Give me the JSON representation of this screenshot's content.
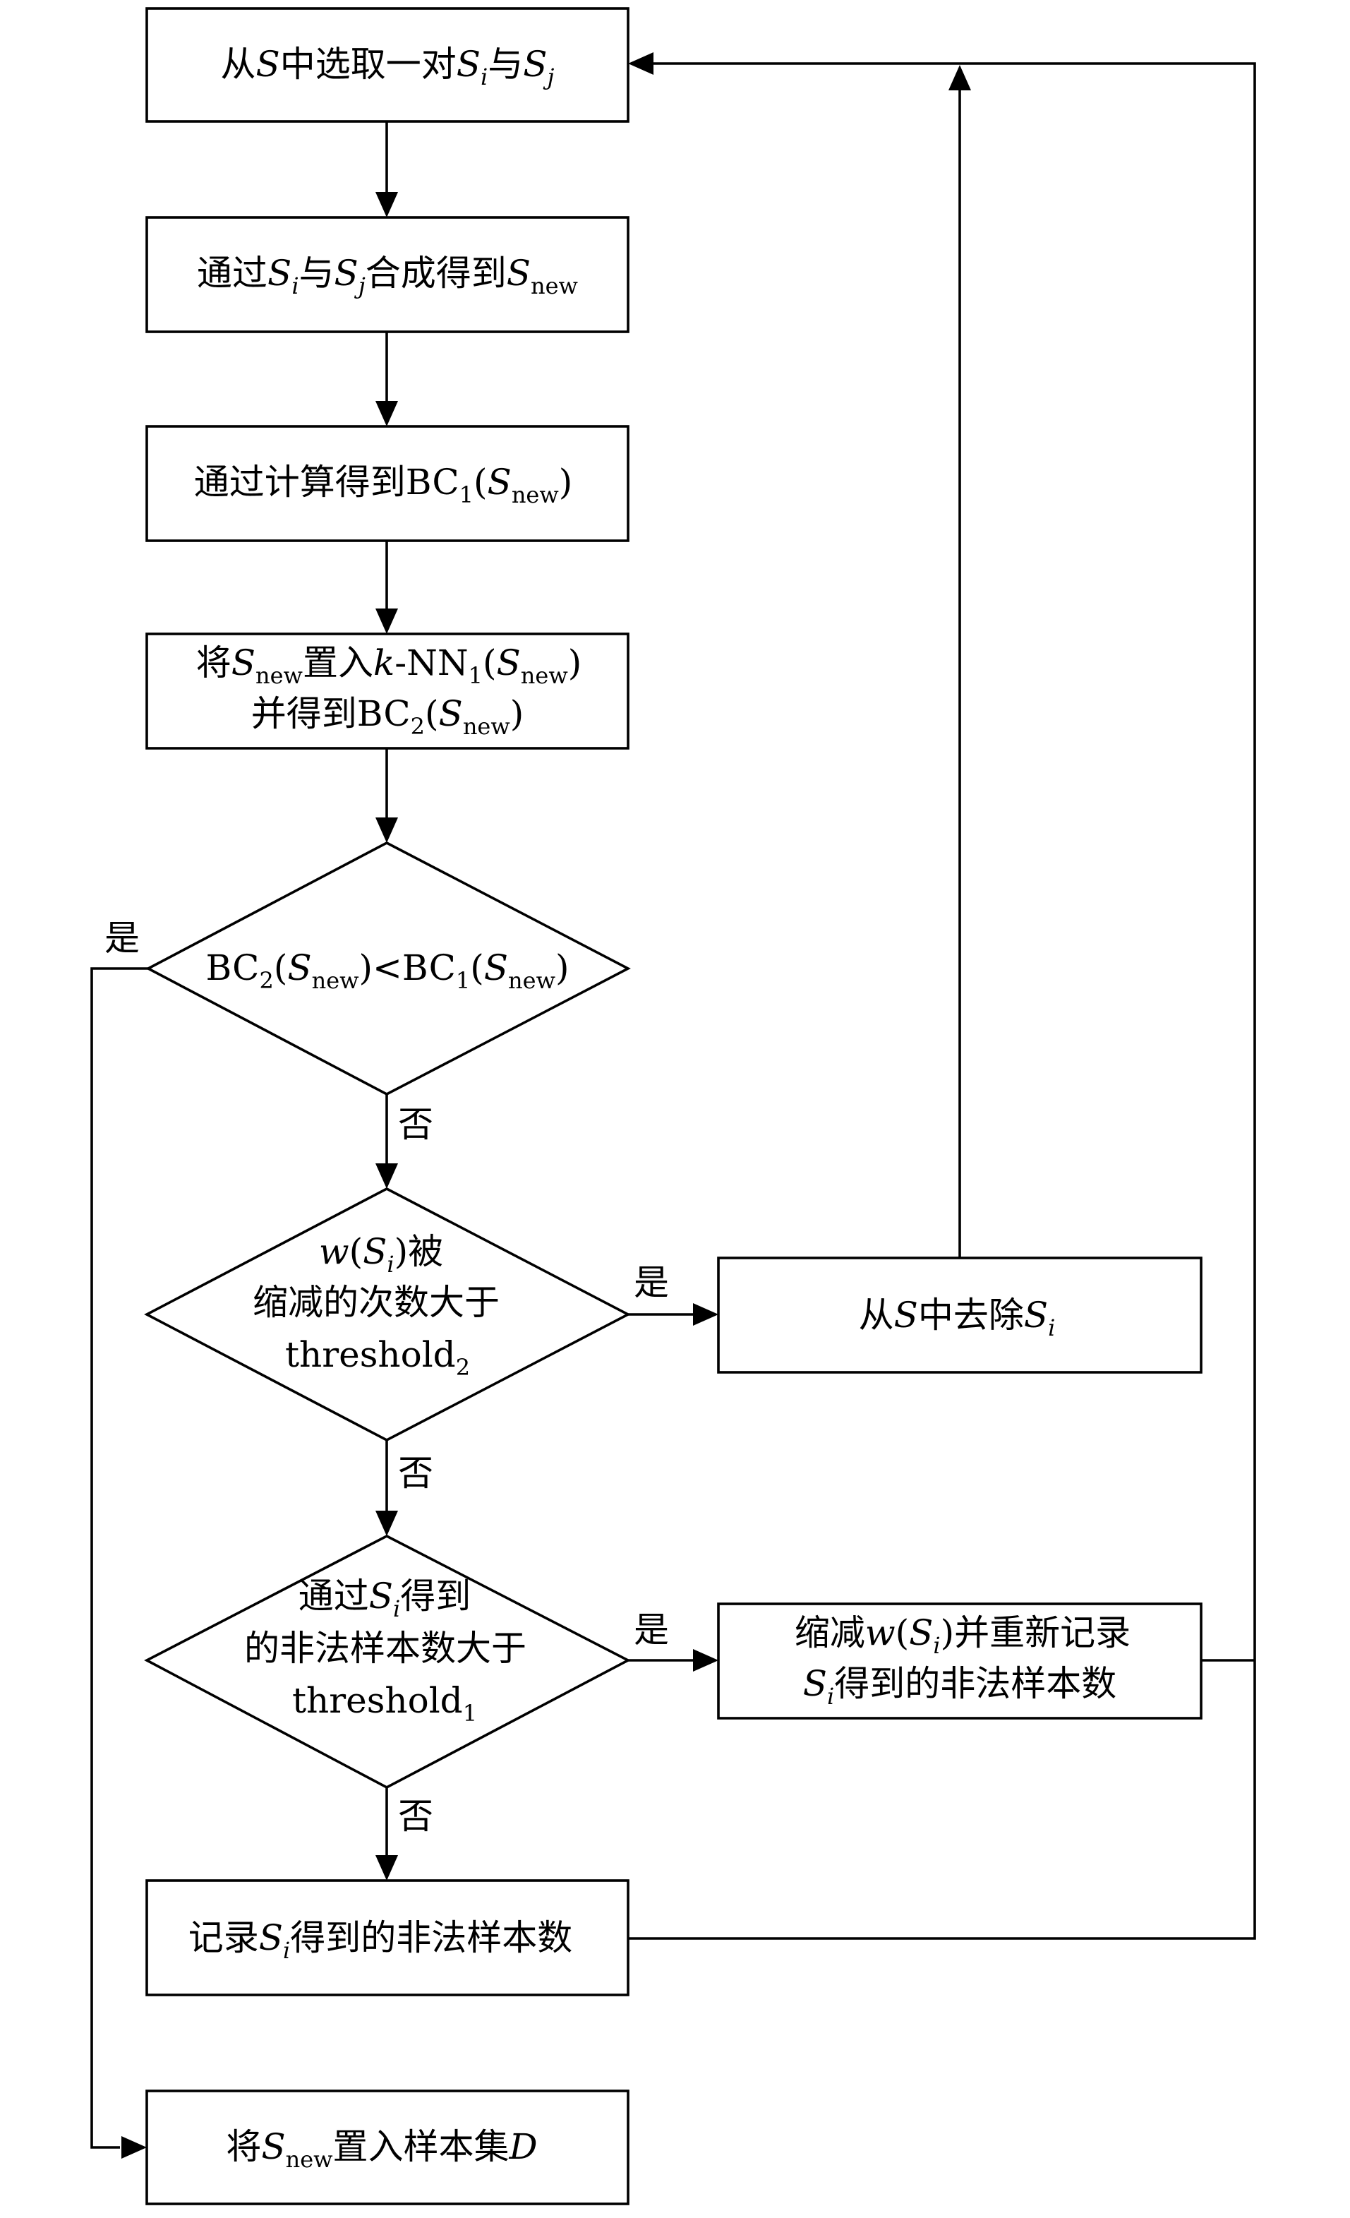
{
  "nodes": {
    "select_pair": {
      "text": [
        "从",
        "S",
        "中选取一对",
        "S",
        "i",
        "与",
        "S",
        "j"
      ]
    },
    "synthesize": {
      "text": [
        "通过",
        "S",
        "i",
        "与",
        "S",
        "j",
        "合成得到",
        "S",
        "new"
      ]
    },
    "compute_bc1": {
      "text": [
        "通过计算得到BC",
        "1",
        "(",
        "S",
        "new",
        ")"
      ]
    },
    "insert_knn": {
      "line1": [
        "将",
        "S",
        "new",
        "置入",
        "k",
        "-NN",
        "1",
        "(",
        "S",
        "new",
        ")"
      ],
      "line2": [
        "并得到BC",
        "2",
        "(",
        "S",
        "new",
        ")"
      ]
    },
    "compare_bc": {
      "text": [
        "BC",
        "2",
        "(",
        "S",
        "new",
        ")<BC",
        "1",
        "(",
        "S",
        "new",
        ")"
      ]
    },
    "weight_check": {
      "line1": [
        "w",
        "(",
        "S",
        "i",
        ")被"
      ],
      "line2": "缩减的次数大于",
      "line3": [
        "threshold",
        "2"
      ]
    },
    "remove_si": {
      "text": [
        "从",
        "S",
        "中去除",
        "S",
        "i"
      ]
    },
    "illegal_check": {
      "line1": [
        "通过",
        "S",
        "i",
        "得到"
      ],
      "line2": "的非法样本数大于",
      "line3": [
        "threshold",
        "1"
      ]
    },
    "reduce_weight": {
      "line1": [
        "缩减",
        "w",
        "(",
        "S",
        "i",
        ")并重新记录"
      ],
      "line2": [
        "S",
        "i",
        "得到的非法样本数"
      ]
    },
    "record_count": {
      "text": [
        "记录",
        "S",
        "i",
        "得到的非法样本数"
      ]
    },
    "add_to_d": {
      "text": [
        "将",
        "S",
        "new",
        "置入样本集",
        "D"
      ]
    }
  },
  "edge_labels": {
    "yes": "是",
    "no": "否"
  }
}
